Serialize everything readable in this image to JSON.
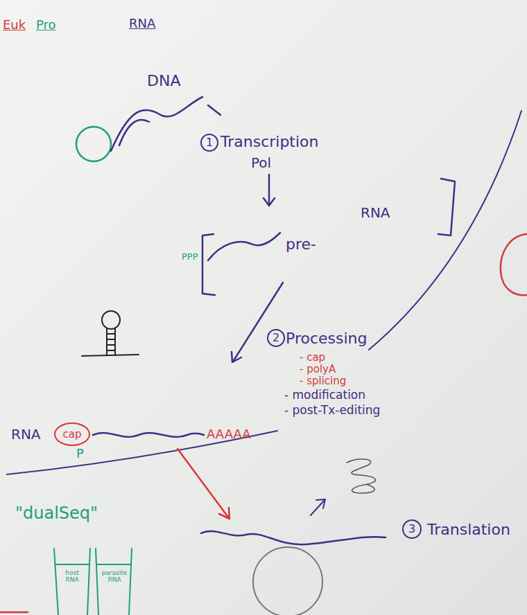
{
  "diagram": {
    "nodes": [
      {
        "text": [
          "1"
        ]
      },
      {
        "text": [
          "2"
        ]
      },
      {
        "text": [
          "cap"
        ]
      },
      {
        "text": [
          "3"
        ]
      }
    ],
    "labels": [
      "Euk",
      "Pro",
      "RNA",
      "DNA",
      "Transcription",
      "Pol",
      "PPP",
      "pre-",
      "RNA",
      "Processing",
      "- cap",
      "- polyA",
      "- splicing",
      "- modification",
      "- post-Tx-editing",
      "RNA",
      "AAAAA",
      "P",
      "\"dualSeq\"",
      "host RNA",
      "parasite RNA",
      "Translation"
    ]
  }
}
